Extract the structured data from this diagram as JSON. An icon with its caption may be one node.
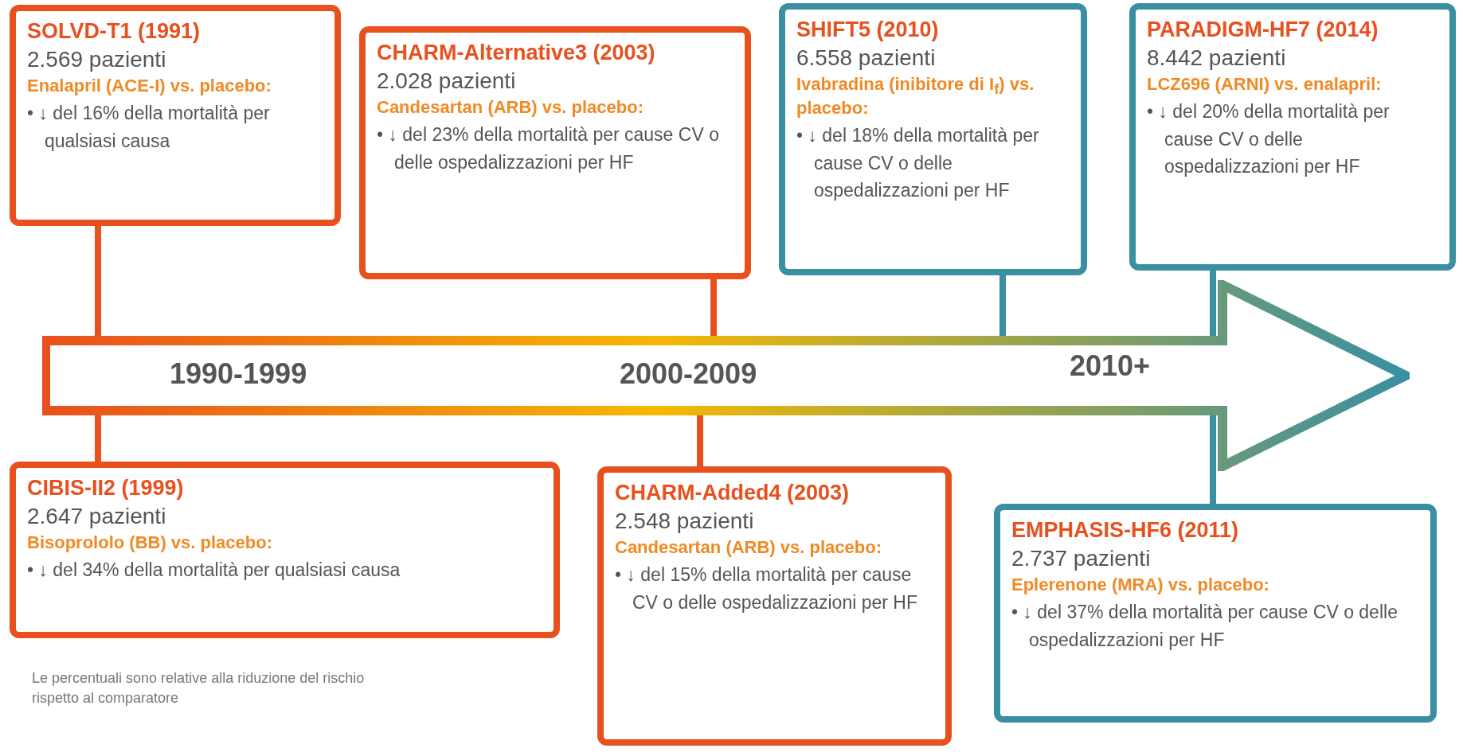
{
  "diagram": {
    "nodes": [
      {
        "text": [
          "SOLVD-T1 (1991)",
          "2.569 pazienti",
          "Enalapril (ACE-I) vs. placebo:",
          "• ↓ del 16% della mortalità per qualsiasi causa"
        ]
      },
      {
        "text": [
          "CHARM-Alternative3 (2003)",
          "2.028 pazienti",
          "Candesartan (ARB) vs. placebo:",
          "• ↓ del 23% della mortalità per cause CV o delle ospedalizzazioni per HF"
        ]
      },
      {
        "text": [
          "SHIFT5 (2010)",
          "6.558 pazienti",
          "Ivabradina (inibitore di I$_{f}$) vs. placebo:",
          "• ↓ del 18% della mortalità per cause CV o delle ospedalizzazioni per HF"
        ]
      },
      {
        "text": [
          "PARADIGM-HF7 (2014)",
          "8.442 pazienti",
          "LCZ696 (ARNI) vs. enalapril:",
          "• ↓ del 20% della mortalità per cause CV o delle ospedalizzazioni per HF"
        ]
      },
      {
        "text": [
          "1990-1999",
          "2000-2009",
          "2010+"
        ]
      },
      {
        "text": [
          "CIBIS-II2 (1999)",
          "2.647 pazienti",
          "Bisoprololo (BB) vs. placebo:",
          "• ↓ del 34% della mortalità per qualsiasi causa"
        ]
      },
      {
        "text": [
          "CHARM-Added4 (2003)",
          "2.548 pazienti",
          "Candesartan (ARB) vs. placebo:",
          "• ↓ del 15% della mortalità per cause CV o delle ospedalizzazioni per HF"
        ]
      },
      {
        "text": [
          "EMPHASIS-HF6 (2011)",
          "2.737 pazienti",
          "Eplerenone (MRA) vs. placebo:",
          "• ↓ del 37% della mortalità per cause CV o delle ospedalizzazioni per HF"
        ]
      }
    ],
    "edges": [
      {
        "from": 0,
        "to": 4,
        "arrow": "none"
      },
      {
        "from": 1,
        "to": 4,
        "arrow": "none"
      },
      {
        "from": 2,
        "to": 4,
        "arrow": "none",
        "color": "#3a8fa3"
      },
      {
        "from": 3,
        "to": 4,
        "arrow": "none",
        "color": "#3a8fa3"
      },
      {
        "from": 4,
        "to": 5,
        "arrow": "none"
      },
      {
        "from": 4,
        "to": 6,
        "arrow": "none"
      },
      {
        "from": 4,
        "to": 7,
        "arrow": "none",
        "color": "#3a8fa3"
      }
    ],
    "labels": [
      "Le percentuali sono relative alla riduzione del rischio rispetto al comparatore"
    ]
  }
}
